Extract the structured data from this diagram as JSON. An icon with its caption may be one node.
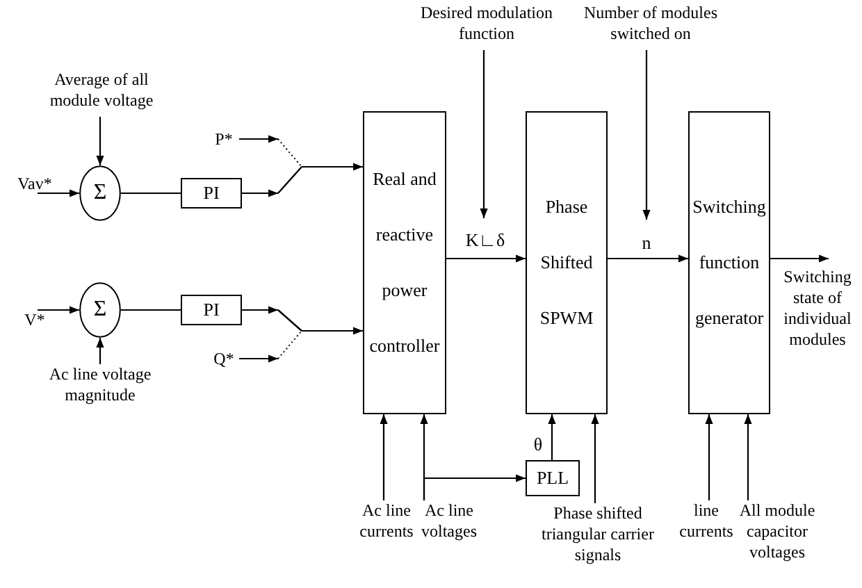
{
  "diagram": {
    "nodes": [
      {
        "text": [
          "Average of all module voltage"
        ]
      },
      {
        "text": [
          "P*"
        ]
      },
      {
        "text": [
          "Desired modulation function"
        ]
      },
      {
        "text": [
          "Number of modules switched on"
        ]
      },
      {
        "text": [
          "Vav*"
        ]
      },
      {
        "text": [
          "Σ"
        ]
      },
      {
        "text": [
          "PI"
        ]
      },
      {
        "text": [],
        "shape": "switch"
      },
      {
        "text": [
          "Real and reactive power controller"
        ]
      },
      {
        "text": [
          "Phase Shifted SPWM"
        ]
      },
      {
        "text": [
          "Switching function generator"
        ]
      },
      {
        "text": [
          "Switching state of individual modules"
        ]
      },
      {
        "text": [
          "V*"
        ]
      },
      {
        "text": [
          "Σ"
        ]
      },
      {
        "text": [
          "PI"
        ]
      },
      {
        "text": [],
        "shape": "switch"
      },
      {
        "text": [
          "Q*"
        ]
      },
      {
        "text": [
          "Ac line voltage magnitude"
        ]
      },
      {
        "text": [
          "PLL"
        ]
      },
      {
        "text": [
          "Ac line currents"
        ]
      },
      {
        "text": [
          "Ac line voltages"
        ]
      },
      {
        "text": [
          "Phase shifted triangular carrier signals"
        ]
      },
      {
        "text": [
          "line currents"
        ]
      },
      {
        "text": [
          "All module capacitor voltages"
        ]
      }
    ],
    "edges": [
      {
        "from": 0,
        "to": 5,
        "arrow": "to"
      },
      {
        "from": 4,
        "to": 5,
        "arrow": "to"
      },
      {
        "from": 5,
        "to": 6,
        "arrow": "none"
      },
      {
        "from": 6,
        "to": 7,
        "arrow": "to"
      },
      {
        "from": 1,
        "to": 7,
        "arrow": "to"
      },
      {
        "from": 7,
        "to": 8,
        "arrow": "to"
      },
      {
        "from": 12,
        "to": 13,
        "arrow": "to"
      },
      {
        "from": 17,
        "to": 13,
        "arrow": "to"
      },
      {
        "from": 13,
        "to": 14,
        "arrow": "none"
      },
      {
        "from": 14,
        "to": 15,
        "arrow": "to"
      },
      {
        "from": 16,
        "to": 15,
        "arrow": "to"
      },
      {
        "from": 15,
        "to": 8,
        "arrow": "to"
      },
      {
        "from": 8,
        "to": 9,
        "label": "K∟δ",
        "arrow": "to"
      },
      {
        "from": 2,
        "to": null,
        "arrow": "to"
      },
      {
        "from": 9,
        "to": 10,
        "label": "n",
        "arrow": "to"
      },
      {
        "from": 3,
        "to": null,
        "arrow": "to"
      },
      {
        "from": 10,
        "to": 11,
        "arrow": "to"
      },
      {
        "from": 19,
        "to": 8,
        "arrow": "to"
      },
      {
        "from": 20,
        "to": 8,
        "arrow": "to"
      },
      {
        "from": 20,
        "to": 18,
        "arrow": "to"
      },
      {
        "from": 18,
        "to": 9,
        "label": "θ",
        "arrow": "to"
      },
      {
        "from": 21,
        "to": 9,
        "arrow": "to"
      },
      {
        "from": 22,
        "to": 10,
        "arrow": "to"
      },
      {
        "from": 23,
        "to": 10,
        "arrow": "to"
      }
    ]
  }
}
